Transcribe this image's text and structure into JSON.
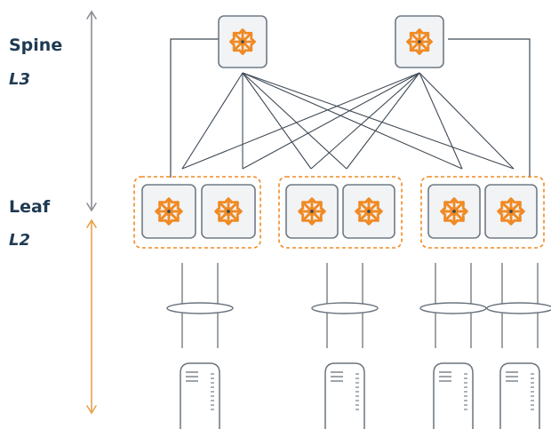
{
  "labels": {
    "spine": "Spine",
    "spine_protocol": "L3",
    "leaf": "Leaf",
    "leaf_protocol": "L2"
  },
  "colors": {
    "text": "#1f3a52",
    "link": "#3f4a55",
    "l3_arrow": "#8a8e94",
    "l2_arrow": "#e6a24c",
    "switch_border": "#707a85",
    "switch_fill": "#f1f3f5",
    "switch_icon": "#f08a24",
    "pair_outline": "#f08a24",
    "server_line": "#6a737d"
  },
  "icons": {
    "switch": "router-switch-icon",
    "server": "server-icon",
    "bundle": "link-aggregation-ellipse"
  },
  "topology": {
    "spine_switch_count": 2,
    "leaf_pair_count": 3,
    "leaf_switches_per_pair": 2,
    "server_count": 4
  }
}
